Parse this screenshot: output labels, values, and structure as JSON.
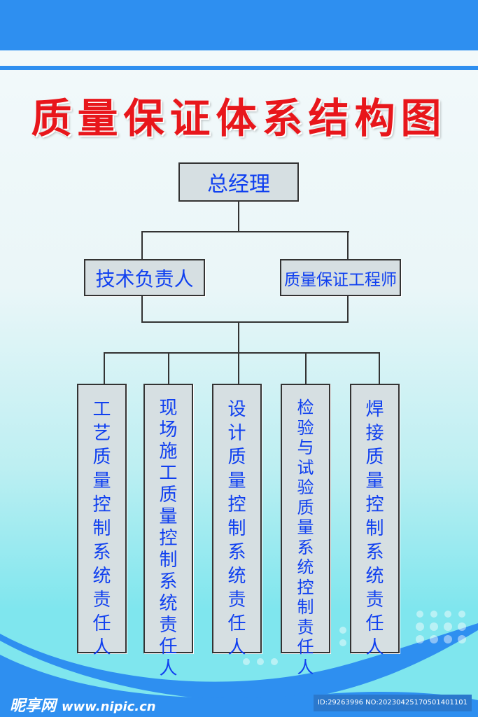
{
  "title": "质量保证体系结构图",
  "top": "总经理",
  "level2": [
    "技术负责人",
    "质量保证工程师"
  ],
  "level3": [
    "工艺质量控制系统责任人",
    "现场施工质量控制系统责任人",
    "设计质量控制系统责任人",
    "检验与试验质量系统控制责任人",
    "焊接质量控制系统责任人"
  ],
  "footer": {
    "logo": "昵享网",
    "site": "www.nipic.cn",
    "id": "ID:29263996 NO:20230425170501401101"
  },
  "colors": {
    "title": "#e8161b",
    "text": "#1040f0",
    "bar": "#2e8ff0"
  }
}
